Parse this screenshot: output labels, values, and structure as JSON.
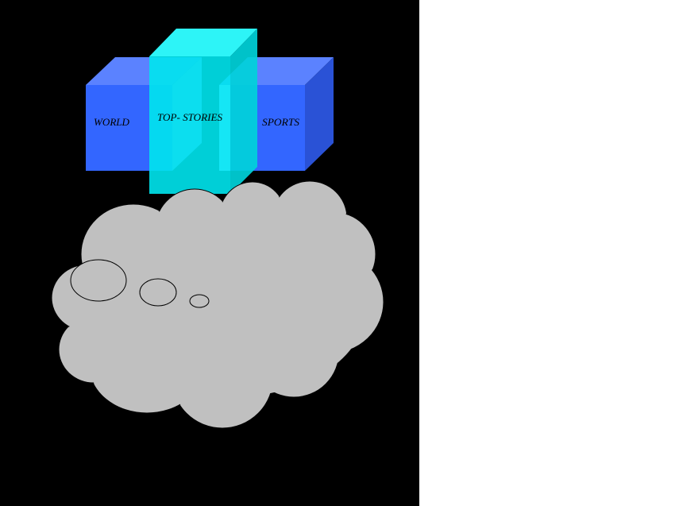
{
  "colors": {
    "background": "#000000",
    "side_area": "#ffffff",
    "blue_front": "#3366ff",
    "blue_top": "#5b82ff",
    "blue_side": "#2a52d6",
    "cyan_front": "#00e5ee",
    "cyan_top": "#2efcff",
    "cyan_side": "#00cfd6",
    "cloud_fill": "#c0c0c0",
    "cloud_stroke": "#000000"
  },
  "cubes": {
    "world": {
      "label": "WORLD"
    },
    "top_stories": {
      "label": "TOP- STORIES"
    },
    "sports": {
      "label": "SPORTS"
    }
  },
  "cloud": {
    "icon": "thought-cloud",
    "bubbles": 3
  }
}
